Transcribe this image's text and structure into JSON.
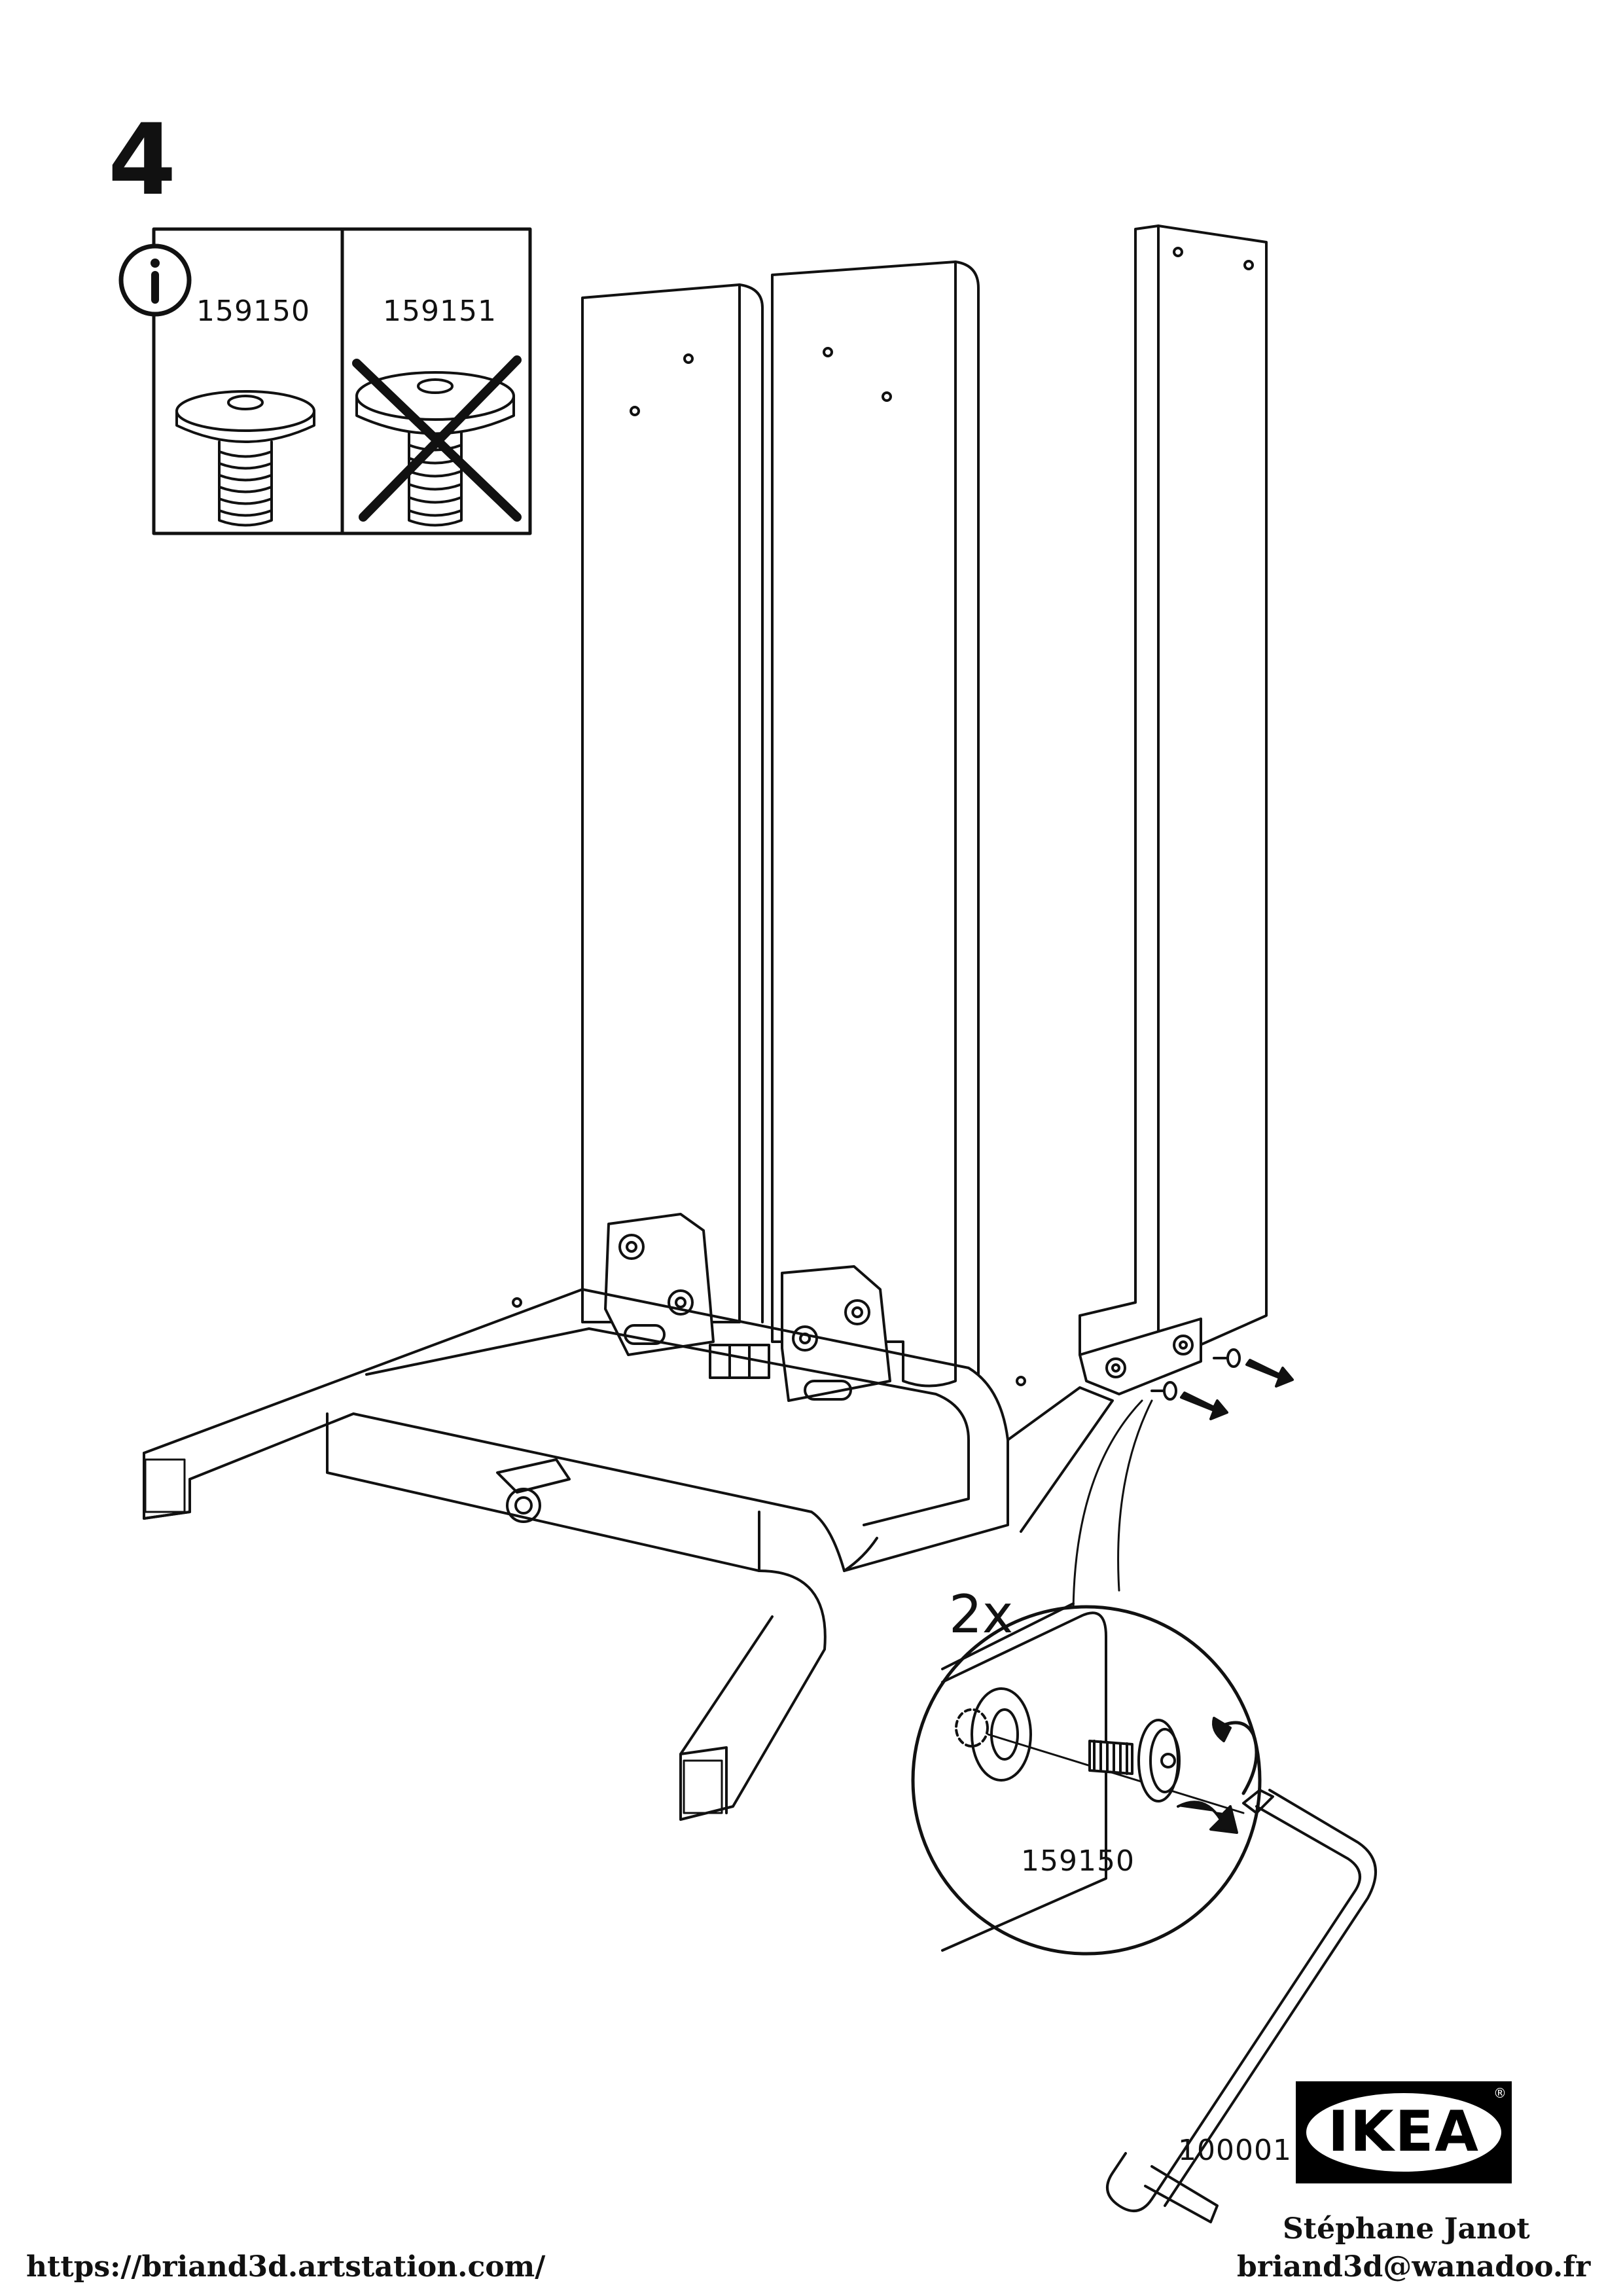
{
  "step": "4",
  "info_panel": {
    "correct_part": "159150",
    "wrong_part": "159151"
  },
  "detail": {
    "quantity": "2x",
    "screw_part": "159150"
  },
  "tool_part": "100001",
  "brand": "IKEA",
  "footer": {
    "url": "https://briand3d.artstation.com/",
    "author": "Stéphane  Janot",
    "email": "briand3d@wanadoo.fr"
  }
}
